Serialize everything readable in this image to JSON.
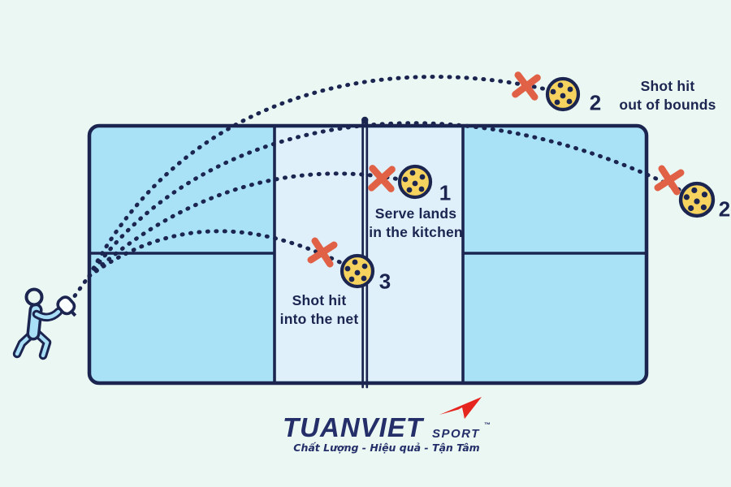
{
  "colors": {
    "background": "#EBF7F3",
    "line_navy": "#1B2550",
    "court_blue": "#A9E2F7",
    "kitchen_blue": "#DFF0FB",
    "x_mark_coral": "#E06146",
    "ball_yellow": "#F6D35F",
    "player_blue": "#A9DFF6",
    "paddle_white": "#FBFEFF",
    "logo_navy": "#242E68",
    "logo_red": "#E6251F"
  },
  "annotations": {
    "serve_kitchen": {
      "number": "1",
      "line1": "Serve lands",
      "line2": "in the kitchen"
    },
    "out_top": {
      "number": "2",
      "line1": "Shot hit",
      "line2": "out of bounds"
    },
    "out_right": {
      "number": "2"
    },
    "net_shot": {
      "number": "3",
      "line1": "Shot hit",
      "line2": "into the net"
    }
  },
  "logo": {
    "brand": "TUANVIET",
    "sub": "SPORT",
    "trademark": "™",
    "tagline": "Chất Lượng - Hiệu quả - Tận Tâm"
  }
}
